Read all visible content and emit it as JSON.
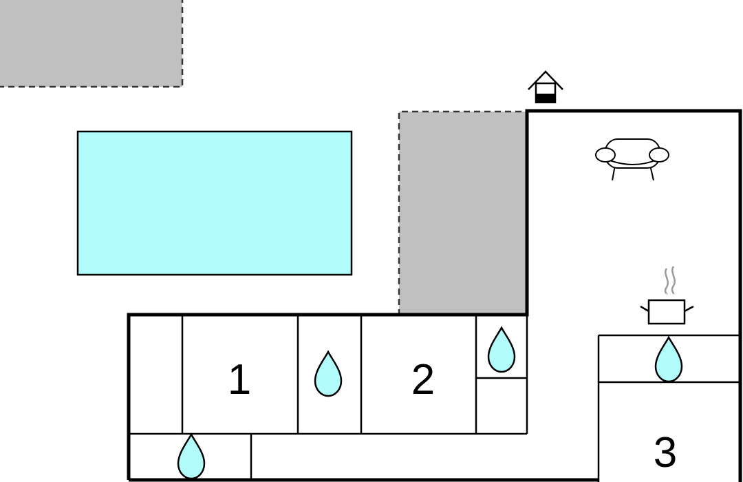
{
  "colors": {
    "pool": "#b3fcfc",
    "terrace": "#c0c0c0",
    "water_drop": "#b3fcfc",
    "wall": "#000000",
    "background": "#ffffff"
  },
  "areas": {
    "pool": "pool",
    "terraces": [
      "terrace",
      "terrace"
    ]
  },
  "rooms": {
    "bedroom_1": "1",
    "bedroom_2": "2",
    "bedroom_3": "3"
  },
  "icons": {
    "chimney": "fireplace-icon",
    "sofa": "sofa-icon",
    "kitchen": "cooking-pot-icon",
    "bathrooms": [
      "water-drop-icon",
      "water-drop-icon",
      "water-drop-icon",
      "water-drop-icon"
    ]
  }
}
